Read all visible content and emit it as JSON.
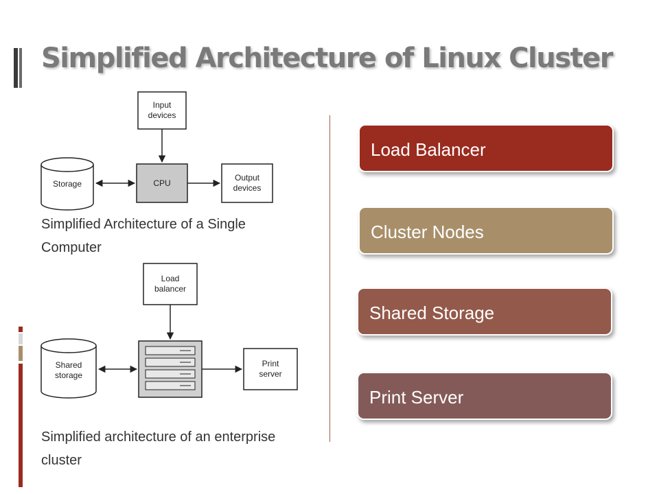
{
  "slide": {
    "title": "Simplified Architecture of Linux Cluster"
  },
  "single_computer": {
    "boxes": {
      "input": [
        "Input",
        "devices"
      ],
      "cpu": "CPU",
      "storage": "Storage",
      "output": [
        "Output",
        "devices"
      ]
    },
    "caption": "Simplified Architecture of a Single Computer"
  },
  "enterprise_cluster": {
    "boxes": {
      "load_balancer": [
        "Load",
        "balancer"
      ],
      "shared_storage": [
        "Shared",
        "storage"
      ],
      "print_server": [
        "Print",
        "server"
      ]
    },
    "caption": "Simplified architecture of an enterprise cluster"
  },
  "components": [
    {
      "label": "Load Balancer",
      "color": "#9a2b1f"
    },
    {
      "label": "Cluster Nodes",
      "color": "#a88f6a"
    },
    {
      "label": "Shared Storage",
      "color": "#93594a"
    },
    {
      "label": "Print Server",
      "color": "#845a58"
    }
  ]
}
